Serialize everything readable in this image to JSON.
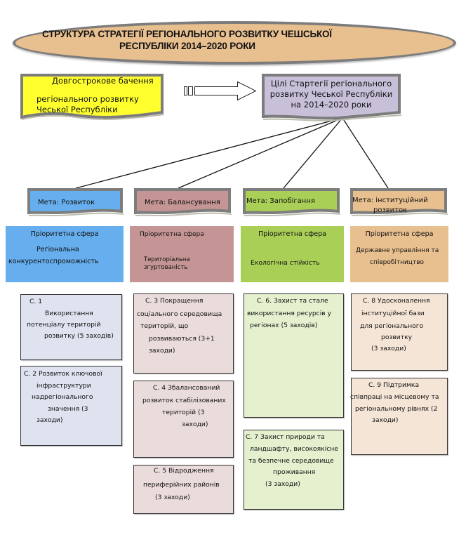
{
  "title": {
    "line1": "СТРУКТУРА СТРАТЕГІЇ РЕГІОНАЛЬНОГО РОЗВИТКУ ЧЕШСЬКОЇ",
    "line2": "РЕСПУБЛІКИ 2014–2020 РОКИ"
  },
  "vision": {
    "line1": "Довгострокове бачення",
    "line2": "регіонального розвитку",
    "line3": "Чеської Республіки",
    "color": "#ffff2e"
  },
  "goals": {
    "line1": "Цілі Стартегії регіонального",
    "line2": "розвитку Чеської Республіки",
    "line3": "на 2014–2020 роки",
    "color": "#c8bfd9"
  },
  "colors": {
    "blue": "#66aeed",
    "rose": "#c49594",
    "green": "#a9cf57",
    "peach": "#e8bf8f",
    "c_blue": "#dee3ef",
    "c_rose": "#ebdcdc",
    "c_green": "#e5f0cf",
    "c_peach": "#f5e5d6"
  },
  "pillars": [
    {
      "meta": "Мета:  Розвиток",
      "priority_header": "Пріоритетна сфера",
      "priority_line1": "Регіональна",
      "priority_line2": "конкурентоспроможність",
      "measures": [
        {
          "lines": [
            "С. 1",
            "Використання",
            "потенціалу територій",
            "розвитку (5 заходів)"
          ]
        },
        {
          "lines": [
            "С. 2 Розвиток ключової",
            "інфраструктури",
            "надрегіонального",
            "значення (3",
            "заходи)"
          ]
        }
      ]
    },
    {
      "meta": "Мета:  Балансування",
      "priority_header": "Пріоритетна сфера",
      "priority_line1": "Територіальна",
      "priority_line2": "згуртованість",
      "measures": [
        {
          "lines": [
            "С. 3 Покращення",
            "соціального середовища",
            "територій, що",
            "розвиваються (3+1",
            "заходи)"
          ]
        },
        {
          "lines": [
            "С. 4 Збалансований",
            "розвиток стабілізованих",
            "територій (3",
            "заходи)"
          ]
        },
        {
          "lines": [
            "С. 5 Відродження",
            "периферійних районів",
            "(3 заходи)"
          ]
        }
      ]
    },
    {
      "meta": "Мета:  Запобігання",
      "priority_header": "Пріоритетна сфера",
      "priority_line1": "Екологічна стійкість",
      "priority_line2": "",
      "measures": [
        {
          "lines": [
            "С. 6. Захист та стале",
            "використання ресурсів у",
            "регіонах (5 заходів)"
          ]
        },
        {
          "lines": [
            "С. 7 Захист природи та",
            "ландшафту, високоякісне",
            "та безпечне середовище",
            "проживання",
            "(3 заходи)"
          ]
        }
      ]
    },
    {
      "meta_line1": "Мета:  інституційний",
      "meta_line2": "розвиток",
      "priority_header": "Пріоритетна сфера",
      "priority_line1": "Державне управління та",
      "priority_line2": "співробітництво",
      "measures": [
        {
          "lines": [
            "С. 8 Удосконалення",
            "інституційної бази",
            "для регіонального",
            "розвитку",
            "(3 заходи)"
          ]
        },
        {
          "lines": [
            "С. 9 Підтримка",
            "співпраці на місцевому та",
            "регіональному рівнях (2",
            "заходи)"
          ]
        }
      ]
    }
  ]
}
